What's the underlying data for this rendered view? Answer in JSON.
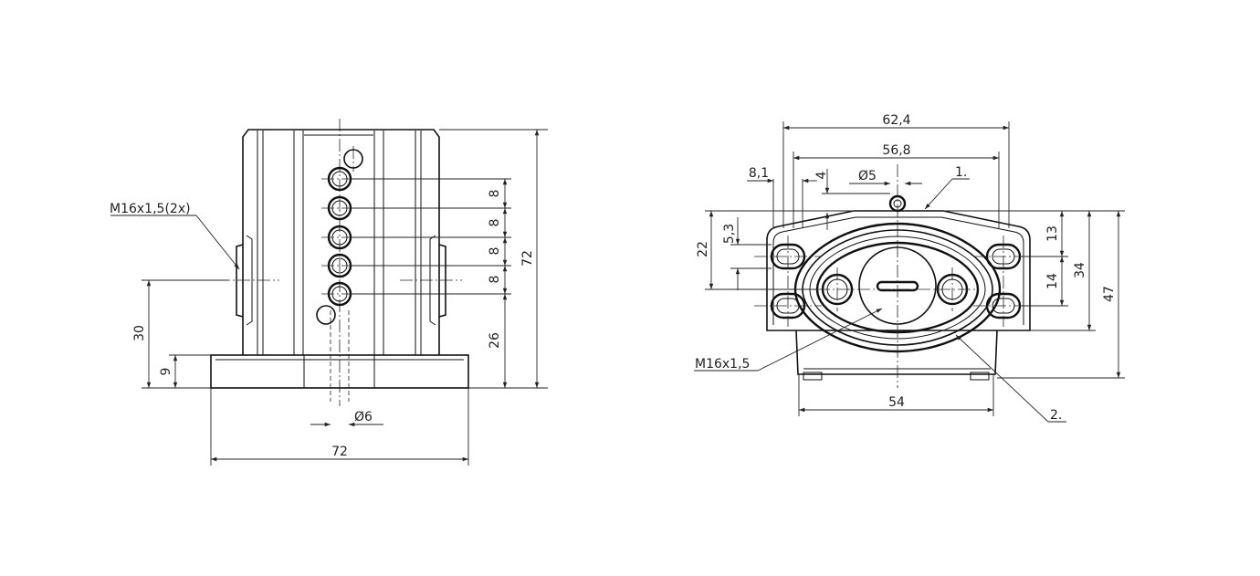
{
  "side_view": {
    "thread_label": "M16x1,5(2x)",
    "dim_height_total": "72",
    "dim_width": "72",
    "dim_axis_height": "30",
    "dim_base_height": "9",
    "dim_diameter": "Ø6",
    "dim_spacings": [
      "8",
      "8",
      "8",
      "8"
    ],
    "dim_spacing_lower": "26"
  },
  "front_view": {
    "dim_outer_width": "62,4",
    "dim_hole_spacing": "56,8",
    "dim_slot_width": "8,1",
    "dim_top_offset": "4",
    "dim_pin_diameter": "Ø5",
    "dim_left_height": "22",
    "dim_slot_height": "5,3",
    "dim_right_13": "13",
    "dim_right_14": "14",
    "dim_right_34": "34",
    "dim_right_47": "47",
    "dim_bottom_width": "54",
    "thread_label": "M16x1,5",
    "callout_1": "1.",
    "callout_2": "2."
  }
}
